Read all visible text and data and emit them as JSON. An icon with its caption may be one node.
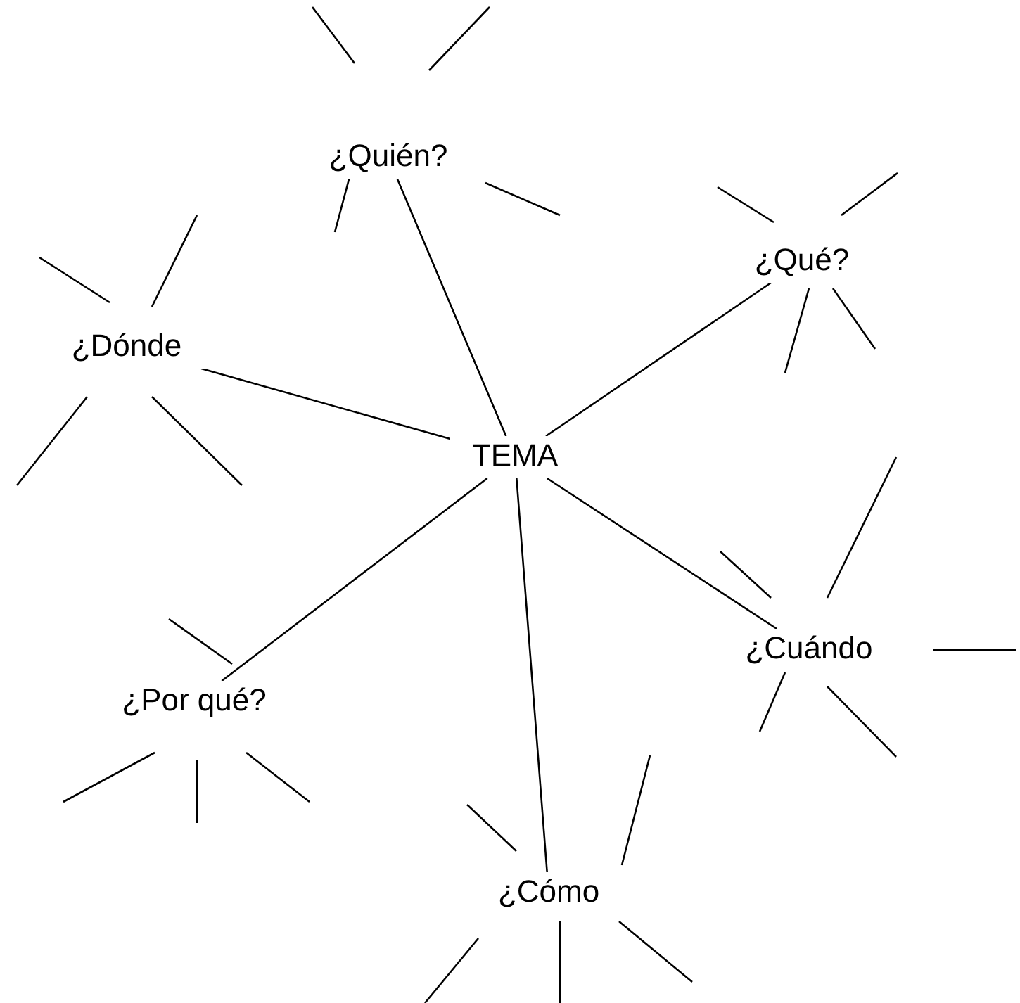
{
  "diagram": {
    "nodes": [
      {
        "text": [
          "TEMA"
        ]
      },
      {
        "text": [
          "¿Quién?"
        ]
      },
      {
        "text": [
          "¿Qué?"
        ]
      },
      {
        "text": [
          "¿Dónde"
        ]
      },
      {
        "text": [
          "¿Cuándo"
        ]
      },
      {
        "text": [
          "¿Por qué?"
        ]
      },
      {
        "text": [
          "¿Cómo"
        ]
      }
    ],
    "edges": [
      {
        "from": 0,
        "to": 1,
        "arrow": "none"
      },
      {
        "from": 0,
        "to": 2,
        "arrow": "none"
      },
      {
        "from": 0,
        "to": 3,
        "arrow": "none"
      },
      {
        "from": 0,
        "to": 4,
        "arrow": "none"
      },
      {
        "from": 0,
        "to": 5,
        "arrow": "none"
      },
      {
        "from": 0,
        "to": 6,
        "arrow": "none"
      }
    ]
  }
}
